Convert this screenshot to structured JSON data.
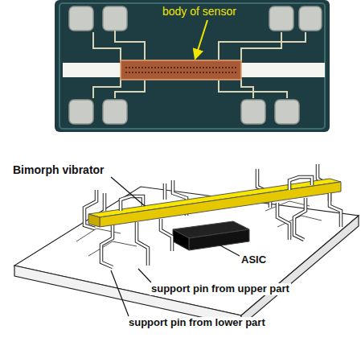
{
  "diagram": {
    "labels": [
      "body of sensor",
      "Bimorph vibrator",
      "ASIC",
      "support pin from upper part",
      "support pin from lower part"
    ]
  }
}
